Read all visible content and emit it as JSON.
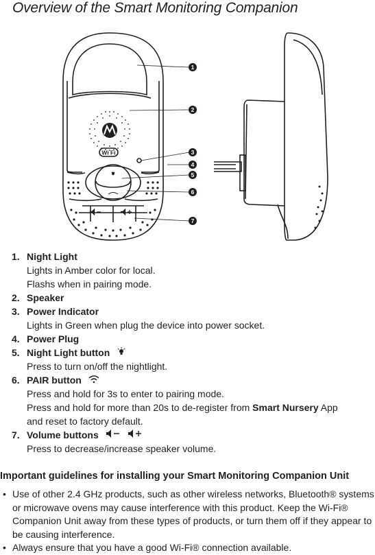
{
  "title": "Overview of the Smart Monitoring Companion",
  "figure": {
    "wifi_badge": "Wi Fi",
    "callouts": [
      "1",
      "2",
      "3",
      "4",
      "5",
      "6",
      "7"
    ],
    "icons": [
      "motorola-logo-icon",
      "lightbulb-icon",
      "wifi-icon",
      "volume-down-icon",
      "volume-up-icon"
    ]
  },
  "parts": [
    {
      "num": "1.",
      "name": "Night Light",
      "desc": [
        "Lights in Amber color for local.",
        "Flashs when in pairing mode."
      ]
    },
    {
      "num": "2.",
      "name": "Speaker",
      "desc": []
    },
    {
      "num": "3.",
      "name": "Power Indicator",
      "desc": [
        "Lights in Green when plug the device into power socket."
      ]
    },
    {
      "num": "4.",
      "name": "Power Plug",
      "desc": []
    },
    {
      "num": "5.",
      "name": "Night Light button",
      "desc": [
        "Press to turn on/off the nightlight."
      ]
    },
    {
      "num": "6.",
      "name": "PAIR button",
      "desc": [
        "Press and hold for 3s to enter to pairing mode.",
        "Press and hold for more than 20s to de-register from",
        "App",
        "and reset to factory default."
      ],
      "app_name": "Smart Nursery"
    },
    {
      "num": "7.",
      "name": "Volume buttons",
      "desc": [
        "Press to decrease/increase speaker volume."
      ]
    }
  ],
  "guidelines": {
    "title": "Important guidelines for installing your Smart Monitoring Companion Unit",
    "bullet": "•",
    "items": [
      "Use of other 2.4 GHz products, such as other wireless networks, Bluetooth® systems or microwave ovens may cause interference with this product. Keep the Wi-Fi® Companion Unit away from these types of products, or turn them off if they appear to be causing interference.",
      "Always ensure that you have a good Wi-Fi® connection available."
    ]
  }
}
